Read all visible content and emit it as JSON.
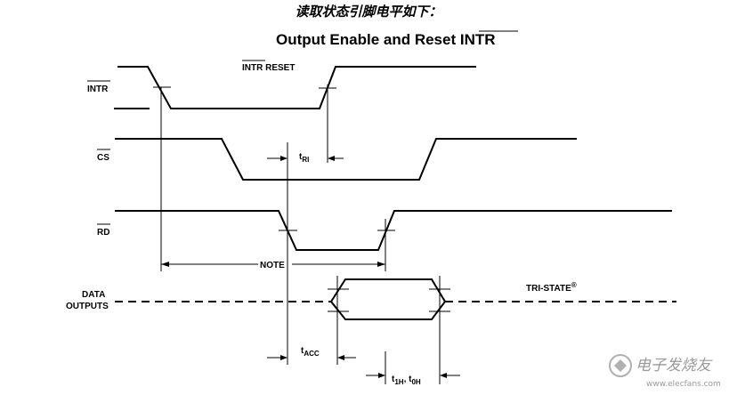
{
  "header": {
    "chinese_title": "读取状态引脚电平如下：",
    "diagram_title_main": "Output Enable and Reset ",
    "diagram_title_over": "INTR"
  },
  "signals": {
    "intr": "INTR",
    "cs": "CS",
    "rd": "RD",
    "data_line1": "DATA",
    "data_line2": "OUTPUTS"
  },
  "annotations": {
    "intr_reset_over": "INTR",
    "intr_reset_rest": " RESET",
    "t_ri_t": "t",
    "t_ri_sub": "RI",
    "note": "NOTE",
    "tri_state": "TRI-STATE",
    "tri_state_mark": "®",
    "t_acc_t": "t",
    "t_acc_sub": "ACC",
    "t_1h_t": "t",
    "t_1h_sub": "1H",
    "t_0h_t": ", t",
    "t_0h_sub": "0H"
  },
  "watermark": {
    "brand": "电子发烧友",
    "url": "www.elecfans.com"
  }
}
